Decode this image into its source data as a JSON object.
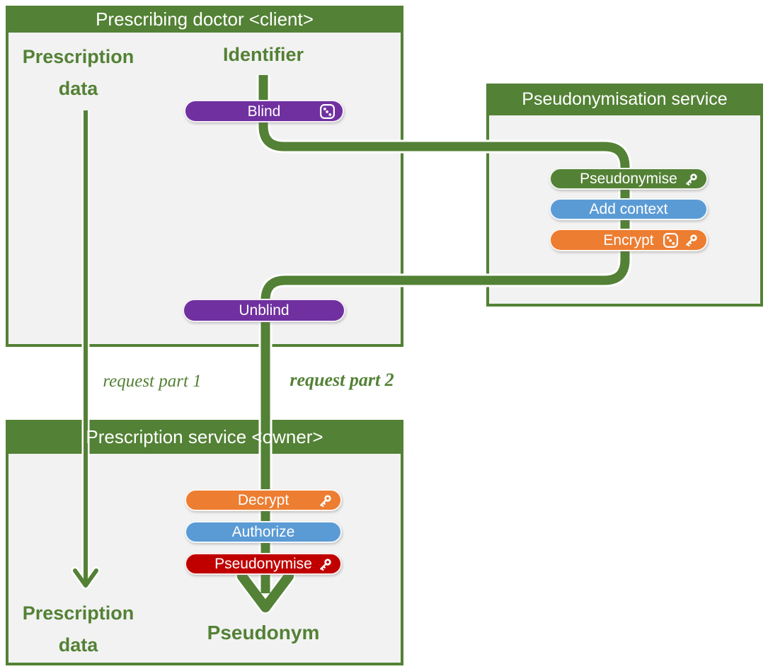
{
  "colors": {
    "green": "#538135",
    "box-bg": "#f2f2f2",
    "purple": "#7030a0",
    "blue": "#5b9bd5",
    "orange": "#ed7d31",
    "red": "#c00000",
    "text-on-fill": "#ffffff"
  },
  "boxes": {
    "doctor": {
      "title": "Prescribing doctor <client>"
    },
    "service": {
      "title": "Pseudonymisation service"
    },
    "owner": {
      "title": "Prescription service <owner>"
    }
  },
  "labels": {
    "prescription_data_top": {
      "line1": "Prescription",
      "line2": "data"
    },
    "identifier": "Identifier",
    "request_part_1": "request part 1",
    "request_part_2": "request part 2",
    "prescription_data_bottom": {
      "line1": "Prescription",
      "line2": "data"
    },
    "pseudonym": "Pseudonym"
  },
  "pills": {
    "blind": {
      "label": "Blind",
      "color": "#7030a0",
      "icons": [
        "dice-icon"
      ]
    },
    "pseudonymise_service": {
      "label": "Pseudonymise",
      "color": "#538135",
      "icons": [
        "key-icon"
      ]
    },
    "add_context": {
      "label": "Add context",
      "color": "#5b9bd5",
      "icons": []
    },
    "encrypt": {
      "label": "Encrypt",
      "color": "#ed7d31",
      "icons": [
        "dice-icon",
        "key-icon"
      ]
    },
    "unblind": {
      "label": "Unblind",
      "color": "#7030a0",
      "icons": []
    },
    "decrypt": {
      "label": "Decrypt",
      "color": "#ed7d31",
      "icons": [
        "key-icon"
      ]
    },
    "authorize": {
      "label": "Authorize",
      "color": "#5b9bd5",
      "icons": []
    },
    "pseudonymise_owner": {
      "label": "Pseudonymise",
      "color": "#c00000",
      "icons": [
        "key-icon"
      ]
    }
  },
  "flows": {
    "request_part_2_path": "Identifier -> Blind -> Pseudonymisation service (Pseudonymise, Add context, Encrypt) -> Unblind -> Decrypt -> Authorize -> Pseudonymise -> Pseudonym",
    "request_part_1_path": "Prescription data -> Prescription data"
  }
}
